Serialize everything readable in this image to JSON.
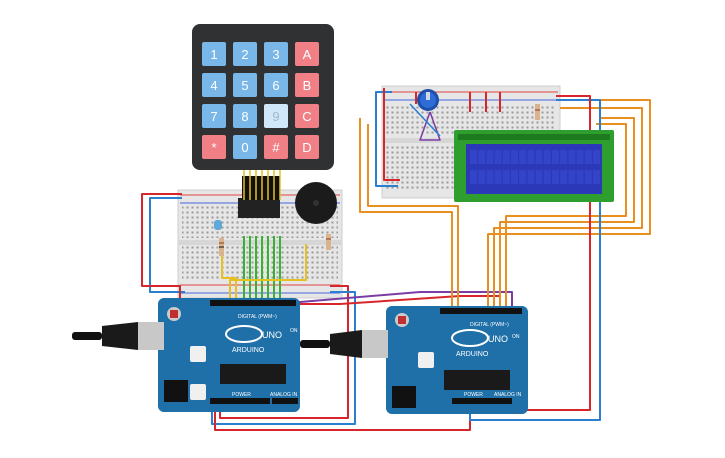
{
  "keypad": {
    "keys": [
      "1",
      "2",
      "3",
      "A",
      "4",
      "5",
      "6",
      "B",
      "7",
      "8",
      "9",
      "C",
      "*",
      "0",
      "#",
      "D"
    ],
    "pressed_key_index": 10
  },
  "arduino_left": {
    "brand": "ARDUINO",
    "model": "UNO",
    "digital_label": "DIGITAL (PWM~)",
    "power_label": "POWER",
    "analog_label": "ANALOG IN",
    "on_label": "ON"
  },
  "arduino_right": {
    "brand": "ARDUINO",
    "model": "UNO",
    "digital_label": "DIGITAL (PWM~)",
    "power_label": "POWER",
    "analog_label": "ANALOG IN",
    "on_label": "ON"
  },
  "colors": {
    "board_blue": "#1f6fa8",
    "wire_red": "#d6262c",
    "wire_blue": "#2a7fd1",
    "wire_orange": "#e88f22",
    "wire_green": "#37b233",
    "wire_yellow": "#e6c020",
    "wire_purple": "#7a3da6",
    "lcd_green": "#2e9e2e",
    "lcd_screen": "#2b39b8",
    "keypad_body": "#2f3133"
  }
}
